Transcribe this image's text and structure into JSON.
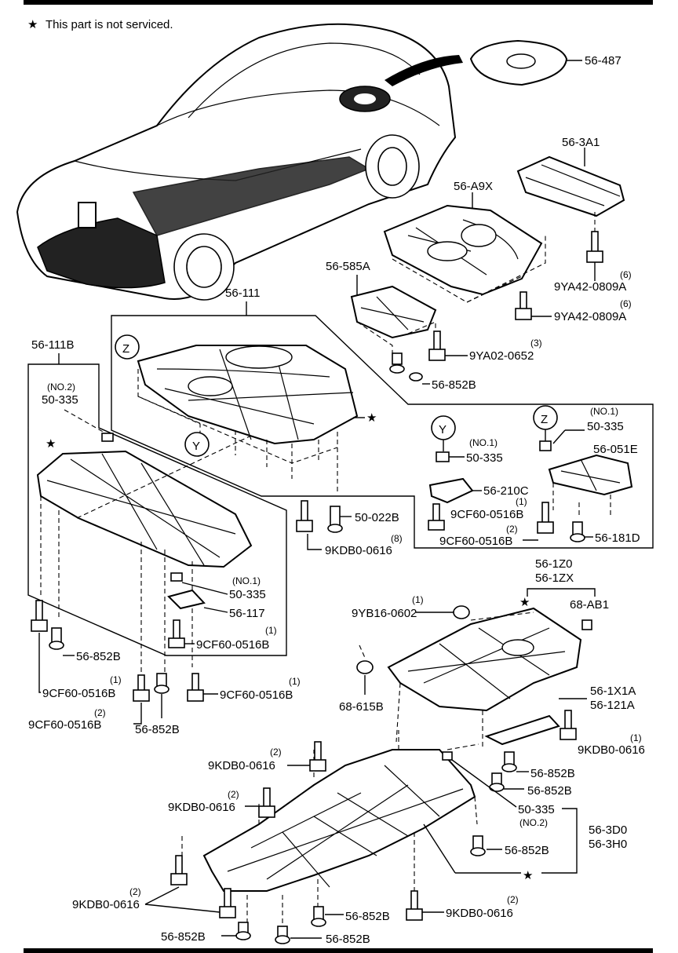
{
  "note": {
    "star": "★",
    "text": "This part is not serviced."
  },
  "callouts": [
    {
      "key": "c1",
      "text": "56-487"
    },
    {
      "key": "c2",
      "text": "56-3A1"
    },
    {
      "key": "c3",
      "text": "56-A9X"
    },
    {
      "key": "c4",
      "text": "56-585A"
    },
    {
      "key": "c5",
      "text": "(6)"
    },
    {
      "key": "c6",
      "text": "9YA42-0809A"
    },
    {
      "key": "c7",
      "text": "(6)"
    },
    {
      "key": "c8",
      "text": "9YA42-0809A"
    },
    {
      "key": "c9",
      "text": "56-111"
    },
    {
      "key": "c10",
      "text": "(3)"
    },
    {
      "key": "c11",
      "text": "9YA02-0652"
    },
    {
      "key": "c12",
      "text": "56-852B"
    },
    {
      "key": "c13",
      "text": "56-111B"
    },
    {
      "key": "c14",
      "text": "(NO.2)"
    },
    {
      "key": "c15",
      "text": "50-335"
    },
    {
      "key": "c16",
      "text": "Z"
    },
    {
      "key": "c17",
      "text": "Y"
    },
    {
      "key": "c18",
      "text": "Z"
    },
    {
      "key": "c19",
      "text": "(NO.1)"
    },
    {
      "key": "c20",
      "text": "50-335"
    },
    {
      "key": "c21",
      "text": "Y"
    },
    {
      "key": "c22",
      "text": "(NO.1)"
    },
    {
      "key": "c23",
      "text": "50-335"
    },
    {
      "key": "c24",
      "text": "56-051E"
    },
    {
      "key": "c25",
      "text": "56-210C"
    },
    {
      "key": "c26",
      "text": "(1)"
    },
    {
      "key": "c27",
      "text": "9CF60-0516B"
    },
    {
      "key": "c28",
      "text": "50-022B"
    },
    {
      "key": "c29",
      "text": "(2)"
    },
    {
      "key": "c30",
      "text": "9CF60-0516B"
    },
    {
      "key": "c31",
      "text": "56-181D"
    },
    {
      "key": "c32",
      "text": "(8)"
    },
    {
      "key": "c33",
      "text": "9KDB0-0616"
    },
    {
      "key": "c34",
      "text": "56-1Z0"
    },
    {
      "key": "c35",
      "text": "56-1ZX"
    },
    {
      "key": "c36",
      "text": "(NO.1)"
    },
    {
      "key": "c37",
      "text": "50-335"
    },
    {
      "key": "c38",
      "text": "(1)"
    },
    {
      "key": "c39",
      "text": "9YB16-0602"
    },
    {
      "key": "c40",
      "text": "68-AB1"
    },
    {
      "key": "c41",
      "text": "56-117"
    },
    {
      "key": "c42",
      "text": "(1)"
    },
    {
      "key": "c43",
      "text": "9CF60-0516B"
    },
    {
      "key": "c44",
      "text": "56-852B"
    },
    {
      "key": "c45",
      "text": "(1)"
    },
    {
      "key": "c46",
      "text": "9CF60-0516B"
    },
    {
      "key": "c47",
      "text": "(1)"
    },
    {
      "key": "c48",
      "text": "9CF60-0516B"
    },
    {
      "key": "c49",
      "text": "68-615B"
    },
    {
      "key": "c50",
      "text": "56-1X1A"
    },
    {
      "key": "c51",
      "text": "56-121A"
    },
    {
      "key": "c52",
      "text": "(2)"
    },
    {
      "key": "c53",
      "text": "9CF60-0516B"
    },
    {
      "key": "c54",
      "text": "56-852B"
    },
    {
      "key": "c55",
      "text": "(1)"
    },
    {
      "key": "c56",
      "text": "9KDB0-0616"
    },
    {
      "key": "c57",
      "text": "(2)"
    },
    {
      "key": "c58",
      "text": "9KDB0-0616"
    },
    {
      "key": "c59",
      "text": "56-852B"
    },
    {
      "key": "c60",
      "text": "56-852B"
    },
    {
      "key": "c61",
      "text": "(2)"
    },
    {
      "key": "c62",
      "text": "9KDB0-0616"
    },
    {
      "key": "c63",
      "text": "50-335"
    },
    {
      "key": "c64",
      "text": "(NO.2)"
    },
    {
      "key": "c65",
      "text": "56-3D0"
    },
    {
      "key": "c66",
      "text": "56-3H0"
    },
    {
      "key": "c67",
      "text": "56-852B"
    },
    {
      "key": "c68",
      "text": "(2)"
    },
    {
      "key": "c69",
      "text": "9KDB0-0616"
    },
    {
      "key": "c70",
      "text": "(2)"
    },
    {
      "key": "c71",
      "text": "9KDB0-0616"
    },
    {
      "key": "c72",
      "text": "56-852B"
    },
    {
      "key": "c73",
      "text": "56-852B"
    },
    {
      "key": "c74",
      "text": "56-852B"
    }
  ]
}
